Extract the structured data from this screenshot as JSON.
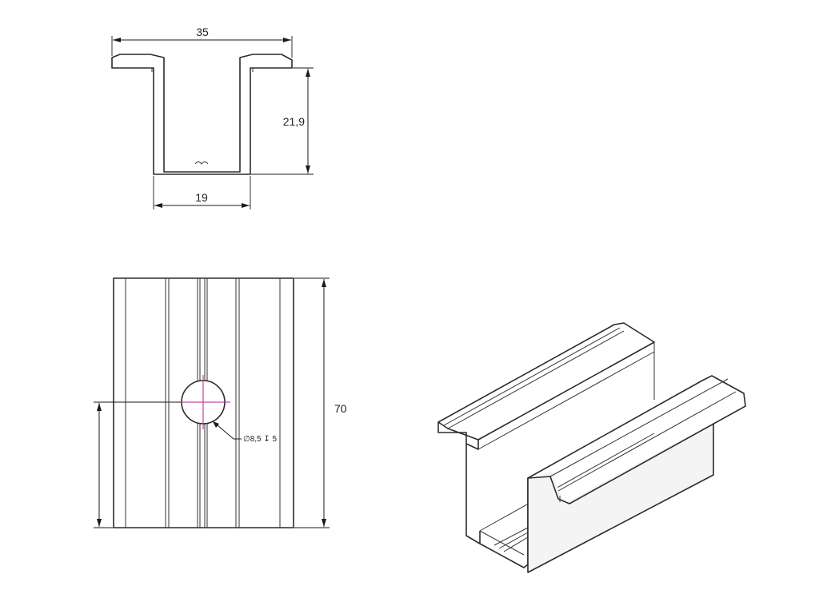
{
  "dimensions": {
    "width": "35",
    "height": "21,9",
    "channel_width": "19",
    "length": "70",
    "hole": "∅8,5 ↧ 5"
  },
  "colors": {
    "line": "#2b2b2b",
    "center_line": "#c2189a",
    "background": "#ffffff"
  }
}
